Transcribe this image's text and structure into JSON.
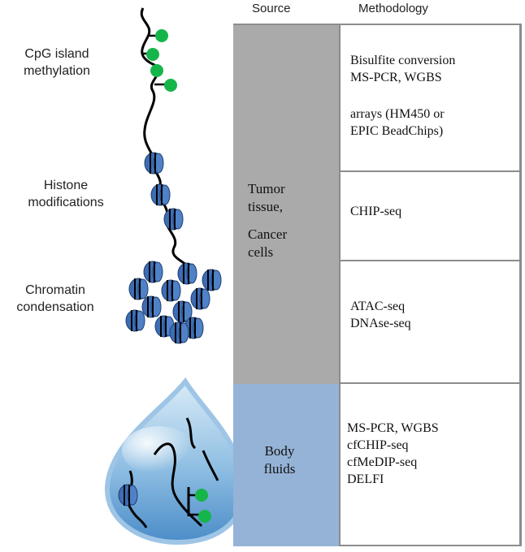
{
  "headers": {
    "source": "Source",
    "methodology": "Methodology"
  },
  "left_labels": {
    "cpg": [
      "CpG island",
      "methylation"
    ],
    "histone": [
      "Histone",
      "modifications"
    ],
    "chromatin": [
      "Chromatin",
      "condensation"
    ]
  },
  "sources": {
    "tumor": [
      "Tumor",
      "tissue,",
      "Cancer",
      "cells"
    ],
    "body": [
      "Body",
      "fluids"
    ]
  },
  "methods": {
    "row1a": [
      "Bisulfite conversion",
      "MS-PCR, WGBS"
    ],
    "row1b": [
      "arrays (HM450 or",
      "EPIC BeadChips)"
    ],
    "row2": [
      "CHIP-seq"
    ],
    "row3": [
      "ATAC-seq",
      "DNAse-seq"
    ],
    "row4": [
      "MS-PCR, WGBS",
      "cfCHIP-seq",
      "cfMeDIP-seq",
      "DELFI"
    ]
  },
  "colors": {
    "tumor_fill": "#aaaaaa",
    "body_fill": "#95b3d7",
    "methyl_green": "#16b54a",
    "nucleosome_blue": "#3d6db3",
    "drop_blue": "#5b9bd5"
  },
  "icons": [
    "dna-strand-icon",
    "methyl-group-icon",
    "nucleosome-icon",
    "droplet-icon"
  ]
}
